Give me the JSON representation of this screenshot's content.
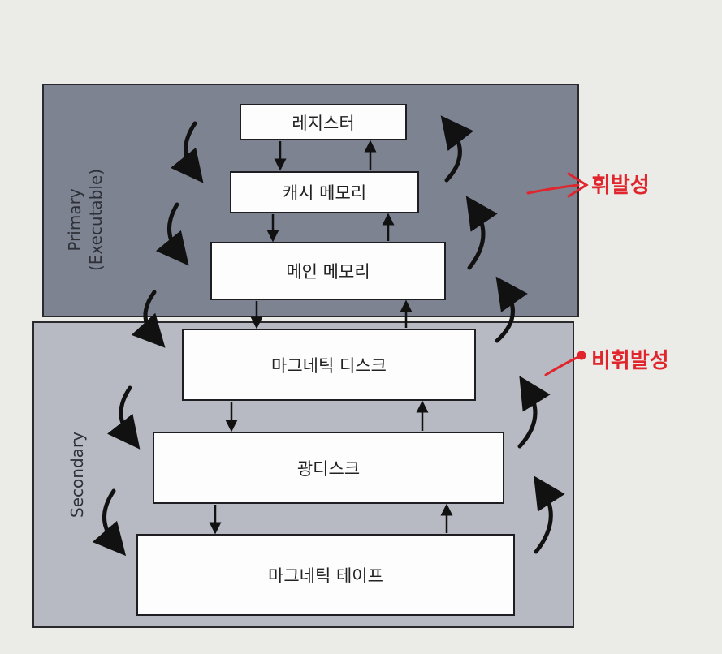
{
  "zones": {
    "primary": {
      "title": "Primary",
      "subtitle": "(Executable)"
    },
    "secondary": {
      "title": "Secondary"
    }
  },
  "levels": {
    "register": "레지스터",
    "cache": "캐시 메모리",
    "main": "메인 메모리",
    "magnetic_disk": "마그네틱 디스크",
    "optical_disk": "광디스크",
    "magnetic_tape": "마그네틱 테이프"
  },
  "annotations": {
    "volatile": "휘발성",
    "nonvolatile": "비휘발성"
  },
  "colors": {
    "primary_zone": "#7e8392",
    "secondary_zone": "#b7bac3",
    "annotation": "#e0262c"
  }
}
